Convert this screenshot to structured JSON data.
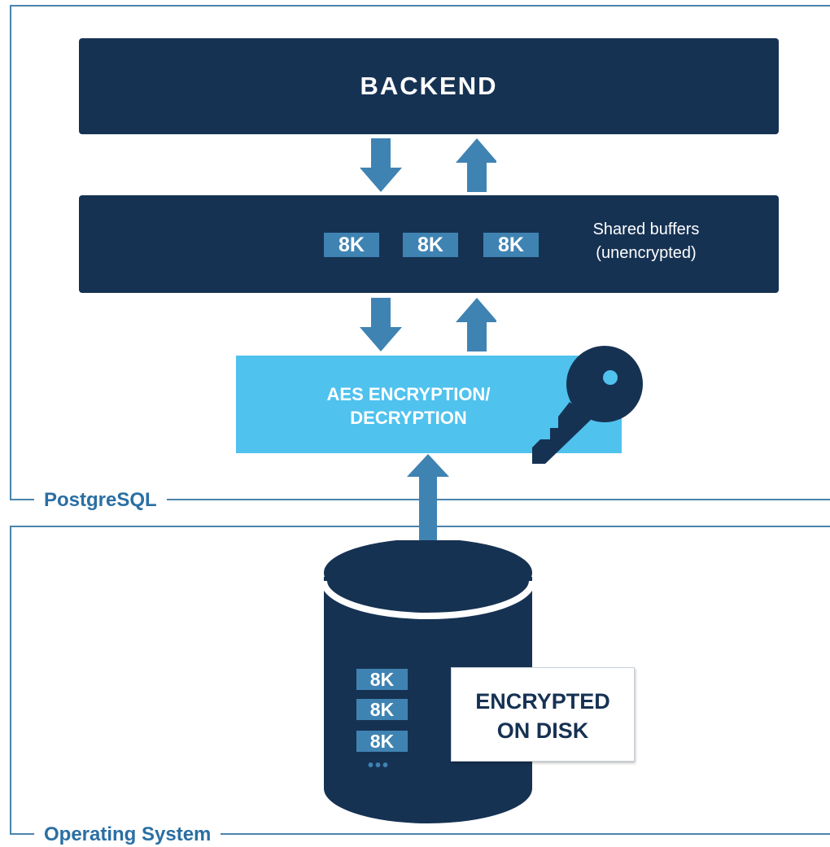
{
  "frames": {
    "postgres_label": "PostgreSQL",
    "os_label": "Operating System"
  },
  "backend": {
    "title": "BACKEND"
  },
  "shared_buffers": {
    "pages": [
      "8K",
      "8K",
      "8K"
    ],
    "label_line1": "Shared buffers",
    "label_line2": "(unencrypted)"
  },
  "aes": {
    "line1": "AES ENCRYPTION/",
    "line2": "DECRYPTION"
  },
  "disk": {
    "pages": [
      "8K",
      "8K",
      "8K"
    ],
    "more": "•••",
    "encrypted_line1": "ENCRYPTED",
    "encrypted_line2": "ON DISK"
  },
  "colors": {
    "dark_navy": "#163253",
    "arrow_blue": "#3f83b3",
    "aes_cyan": "#4fc2ee",
    "frame_blue": "#4a83ad"
  },
  "icons": [
    "key-icon",
    "arrow-down-icon",
    "arrow-up-icon",
    "double-arrow-icon",
    "database-icon"
  ]
}
